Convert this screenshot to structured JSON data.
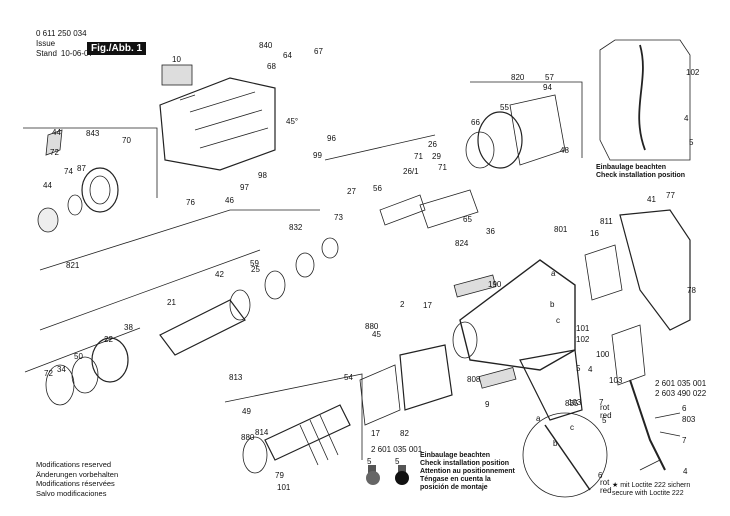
{
  "header": {
    "part_number": "0 611 250 034",
    "issue_label": "Issue",
    "stand_label": "Stand",
    "issue_date": "10-06-07",
    "figure_label": "Fig./Abb. 1"
  },
  "footer_notes": [
    "Modifications reserved",
    "Änderungen vorbehalten",
    "Modifications réservées",
    "Salvo modificaciones"
  ],
  "install_note_right": [
    "Einbaulage beachten",
    "Check installation position"
  ],
  "install_note_bottom": [
    "Einbaulage beachten",
    "Check installation position",
    "Attention au positionnement",
    "Téngase en cuenta la",
    "posición de montaje"
  ],
  "loctite_note": [
    "★ mit Loctite 222 sichern",
    "secure with Loctite 222"
  ],
  "wire_codes": [
    "2 601 035 001",
    "2 603 490 022"
  ],
  "wire_labels": [
    "rot",
    "red"
  ],
  "bottom_code": "2 601 035 001",
  "angle_label": "45°",
  "part_labels": [
    "840",
    "64",
    "67",
    "68",
    "10",
    "44",
    "843",
    "70",
    "96",
    "72",
    "74",
    "87",
    "99",
    "98",
    "44",
    "97",
    "46",
    "76",
    "820",
    "94",
    "57",
    "55",
    "66",
    "48",
    "26",
    "71",
    "26/1",
    "29",
    "56",
    "27",
    "71",
    "73",
    "65",
    "36",
    "824",
    "832",
    "59",
    "821",
    "42",
    "25",
    "21",
    "38",
    "22",
    "50",
    "34",
    "72",
    "190",
    "801",
    "811",
    "16",
    "41",
    "77",
    "78",
    "880",
    "17",
    "2",
    "a",
    "b",
    "c",
    "45",
    "101",
    "102",
    "100",
    "5",
    "4",
    "103",
    "6",
    "7",
    "803",
    "813",
    "54",
    "808",
    "9",
    "835",
    "49",
    "814",
    "880",
    "17",
    "82",
    "79",
    "101",
    "102",
    "4",
    "5",
    "4",
    "103",
    "7",
    "5",
    "6",
    "5",
    "5",
    "c",
    "a",
    "b"
  ]
}
